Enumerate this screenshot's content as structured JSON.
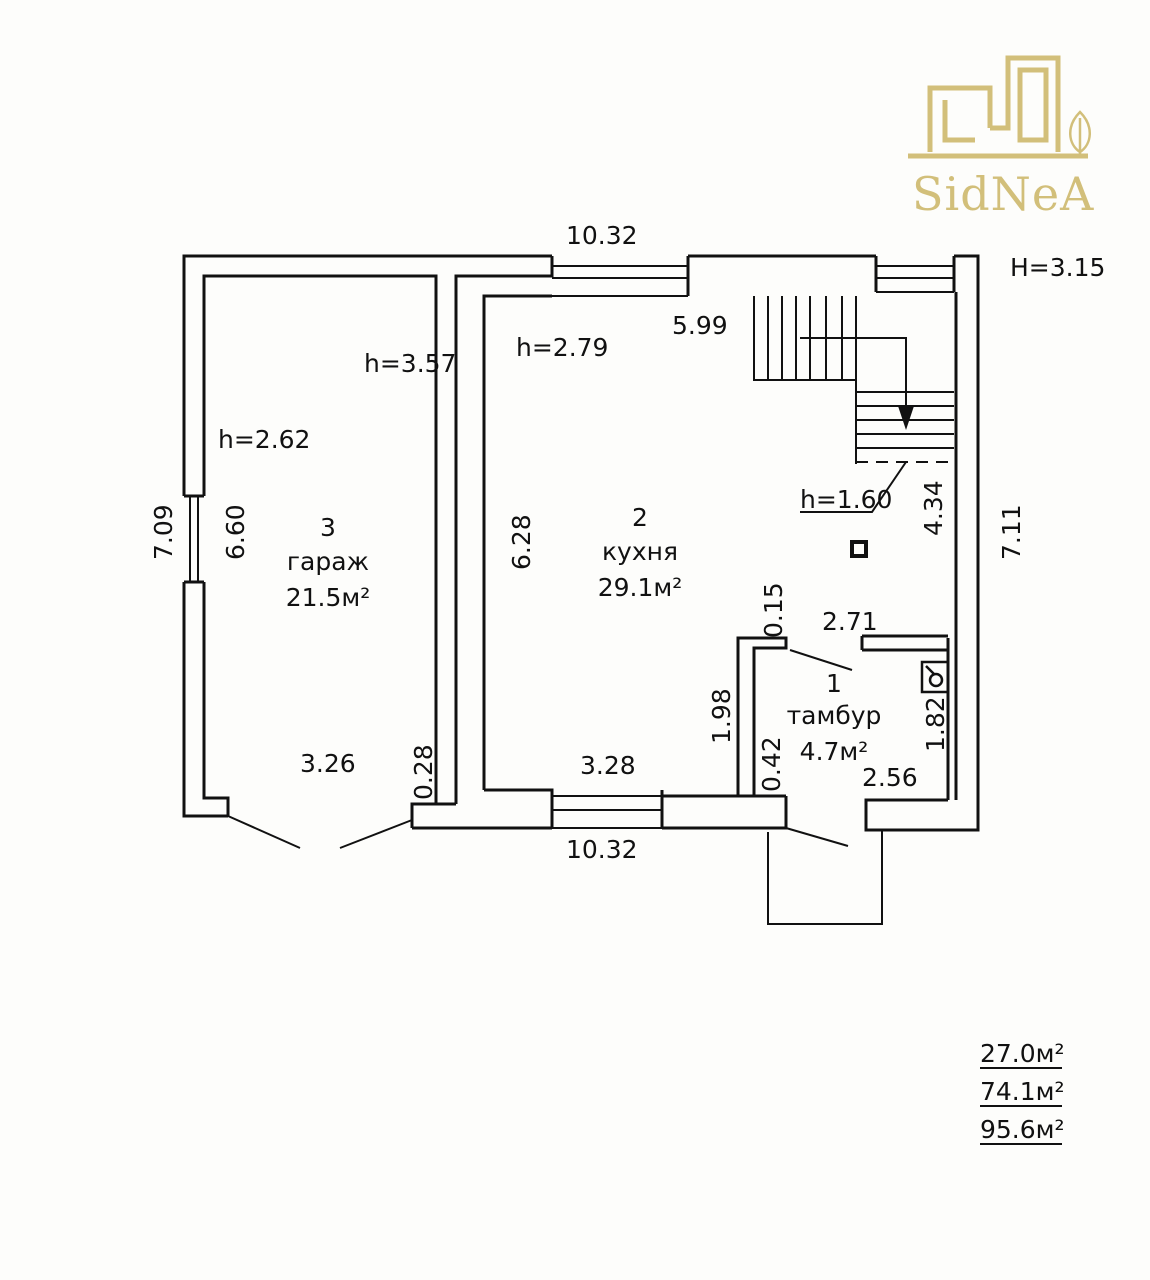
{
  "logo": {
    "text": "SidNeA",
    "color": "#d2bf7a"
  },
  "dimensions": {
    "top_overall": "10.32",
    "bottom_overall": "10.32",
    "left_outer": "7.09",
    "right_outer": "7.11",
    "garage_height": "6.60",
    "kitchen_height": "6.28",
    "kitchen_top": "5.99",
    "garage_bottom": "3.26",
    "garage_wall": "0.28",
    "kitchen_bottom": "3.28",
    "stair_side": "4.34",
    "vestibule_top": "2.71",
    "vestibule_gap": "0.15",
    "vestibule_left": "1.98",
    "vestibule_jamb": "0.42",
    "vestibule_right": "1.82",
    "vestibule_bottom": "2.56"
  },
  "heights": {
    "building": "H=3.15",
    "garage_a": "h=3.57",
    "garage_b": "h=2.62",
    "kitchen": "h=2.79",
    "stair": "h=1.60"
  },
  "rooms": [
    {
      "number": "3",
      "name": "гараж",
      "area": "21.5м²"
    },
    {
      "number": "2",
      "name": "кухня",
      "area": "29.1м²"
    },
    {
      "number": "1",
      "name": "тамбур",
      "area": "4.7м²"
    }
  ],
  "totals": [
    "27.0м²",
    "74.1м²",
    "95.6м²"
  ]
}
